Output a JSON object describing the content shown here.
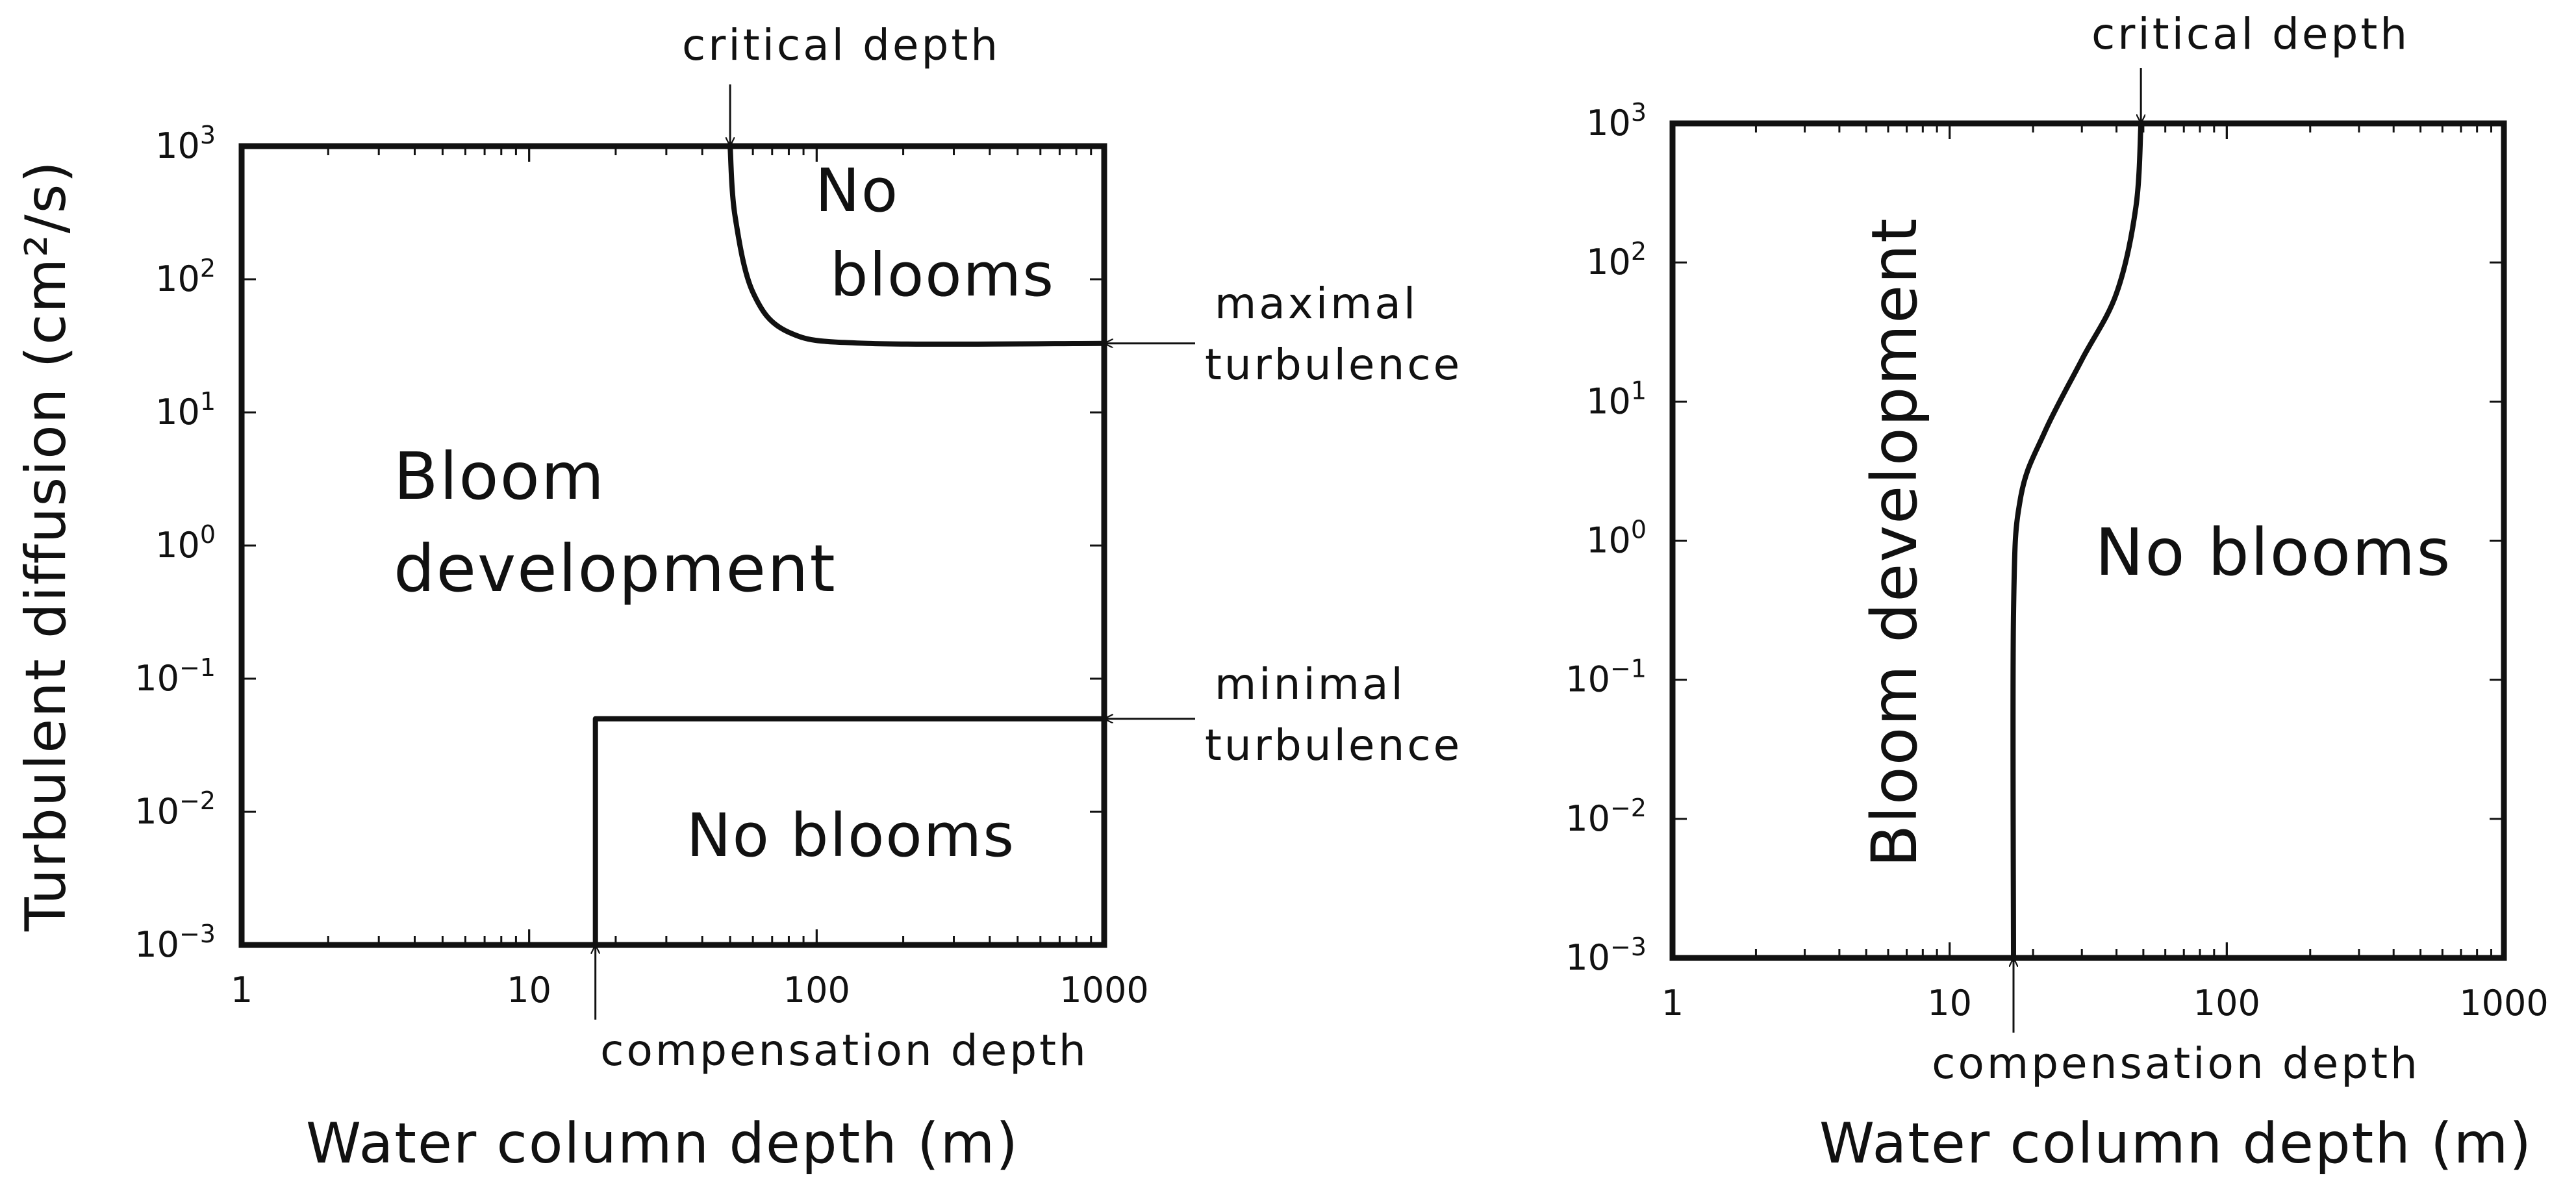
{
  "chart_data": [
    {
      "type": "line",
      "xscale": "log",
      "yscale": "log",
      "xlim": [
        1,
        1000
      ],
      "ylim": [
        0.001,
        1000
      ],
      "xlabel": "Water column depth (m)",
      "ylabel": "Turbulent diffusion (cm²/s)",
      "x_ticks": [
        "1",
        "10",
        "100",
        "1000"
      ],
      "y_ticks": [
        {
          "base": "10",
          "exp": "3"
        },
        {
          "base": "10",
          "exp": "2"
        },
        {
          "base": "10",
          "exp": "1"
        },
        {
          "base": "10",
          "exp": "0"
        },
        {
          "base": "10",
          "exp": "−1"
        },
        {
          "base": "10",
          "exp": "−2"
        },
        {
          "base": "10",
          "exp": "−3"
        }
      ],
      "series": [
        {
          "values": [
            [
              50,
              1000
            ],
            [
              52,
              300
            ],
            [
              60,
              80
            ],
            [
              80,
              40
            ],
            [
              150,
              33
            ],
            [
              1000,
              33
            ]
          ]
        },
        {
          "values": [
            [
              17,
              0.001
            ],
            [
              17,
              0.05
            ],
            [
              1000,
              0.05
            ]
          ]
        }
      ],
      "regions": [
        {
          "lines": [
            "No",
            "blooms"
          ]
        },
        {
          "lines": [
            "Bloom",
            "development"
          ]
        },
        {
          "lines": [
            "No blooms"
          ]
        }
      ],
      "annotations": [
        {
          "lines": [
            "critical depth"
          ]
        },
        {
          "lines": [
            "maximal",
            "turbulence"
          ]
        },
        {
          "lines": [
            "minimal",
            "turbulence"
          ]
        },
        {
          "lines": [
            "compensation depth"
          ]
        }
      ],
      "grid": false
    },
    {
      "type": "line",
      "xscale": "log",
      "yscale": "log",
      "xlim": [
        1,
        1000
      ],
      "ylim": [
        0.001,
        1000
      ],
      "xlabel": "Water column depth (m)",
      "x_ticks": [
        "1",
        "10",
        "100",
        "1000"
      ],
      "y_ticks": [
        {
          "base": "10",
          "exp": "3"
        },
        {
          "base": "10",
          "exp": "2"
        },
        {
          "base": "10",
          "exp": "1"
        },
        {
          "base": "10",
          "exp": "0"
        },
        {
          "base": "10",
          "exp": "−1"
        },
        {
          "base": "10",
          "exp": "−2"
        },
        {
          "base": "10",
          "exp": "−3"
        }
      ],
      "series": [
        {
          "values": [
            [
              17,
              0.001
            ],
            [
              17,
              0.3
            ],
            [
              18,
              2
            ],
            [
              22,
              6
            ],
            [
              30,
              20
            ],
            [
              40,
              60
            ],
            [
              47,
              250
            ],
            [
              49,
              1000
            ]
          ]
        }
      ],
      "regions": [
        {
          "lines": [
            "Bloom development"
          ]
        },
        {
          "lines": [
            "No blooms"
          ]
        }
      ],
      "annotations": [
        {
          "lines": [
            "critical depth"
          ]
        },
        {
          "lines": [
            "compensation depth"
          ]
        }
      ],
      "grid": false
    }
  ]
}
